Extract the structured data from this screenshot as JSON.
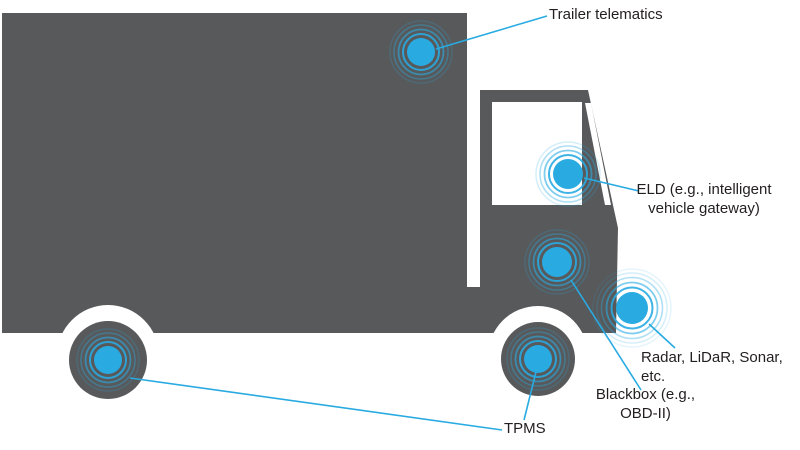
{
  "colors": {
    "truck_body": "#58595b",
    "sensor_blue": "#29abe2",
    "background": "#ffffff",
    "label_text": "#231f20"
  },
  "sensors": [
    {
      "id": "trailer-telematics",
      "label": "Trailer telematics"
    },
    {
      "id": "eld",
      "label": "ELD (e.g., intelligent\nvehicle gateway)"
    },
    {
      "id": "blackbox",
      "label": "Blackbox (e.g.,\nOBD-II)"
    },
    {
      "id": "radar-lidar-sonar",
      "label": "Radar, LiDaR, Sonar, etc."
    },
    {
      "id": "tpms",
      "label": "TPMS"
    }
  ]
}
